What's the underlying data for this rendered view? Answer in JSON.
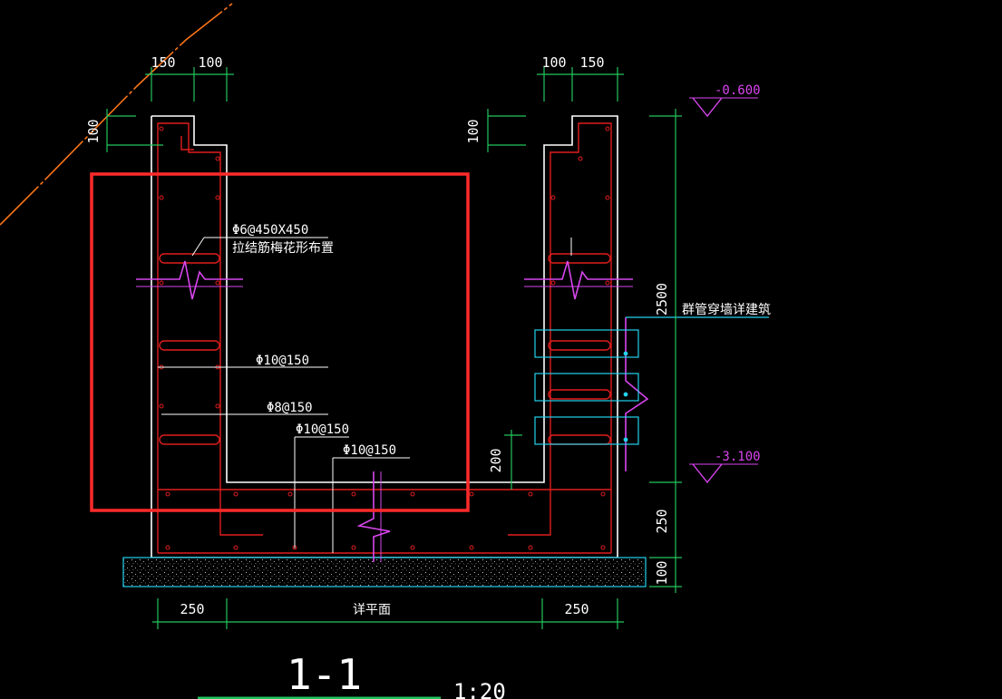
{
  "dimensions": {
    "top_left_a": "150",
    "top_left_b": "100",
    "top_right_a": "100",
    "top_right_b": "150",
    "notch_left": "100",
    "notch_right": "100",
    "height_total": "2500",
    "step_height": "200",
    "base_height": "250",
    "pad_height": "100",
    "bottom_left": "250",
    "bottom_right": "250",
    "bottom_center": "详平面"
  },
  "elevations": {
    "top": "-0.600",
    "bottom": "-3.100"
  },
  "annotations": {
    "tie_bar_spec": "Φ6@450X450",
    "tie_bar_note": "拉结筋梅花形布置",
    "rebar_1": "Φ10@150",
    "rebar_2": "Φ8@150",
    "rebar_3": "Φ10@150",
    "rebar_4": "Φ10@150",
    "pipe_note": "群管穿墙详建筑"
  },
  "title": {
    "section": "1-1",
    "scale": "1:20"
  },
  "colors": {
    "background": "#000000",
    "outline": "#ffffff",
    "rebar": "#e11d1d",
    "dimension": "#22c55e",
    "elevation": "#d946ef",
    "pipe": "#22d3ee",
    "highlight": "#ff2a2a",
    "diagonal": "#f97316",
    "ground": "#22d3ee"
  }
}
